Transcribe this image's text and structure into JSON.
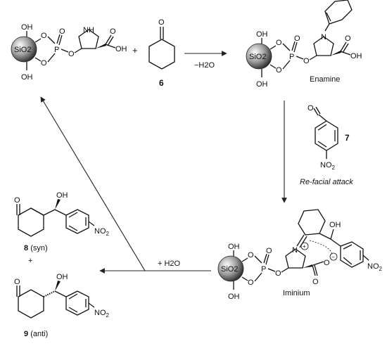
{
  "compounds": {
    "ketone_number": "6",
    "aldehyde_number": "7",
    "aldehyde_substituent": "NO2",
    "product_syn_number": "8",
    "product_syn_label": "(syn)",
    "product_anti_number": "9",
    "product_anti_label": "(anti)",
    "nitro": "NO2"
  },
  "atoms": {
    "OH": "OH",
    "O": "O",
    "P": "P",
    "NH": "NH",
    "N": "N",
    "SiO2": "SiO2",
    "plus_charge": "+",
    "minus_charge": "−"
  },
  "labels": {
    "enamine": "Enamine",
    "iminium": "Iminium",
    "minus_water": "−H2O",
    "plus_water": "+ H2O",
    "refacial": "Re-facial attack",
    "plus": "+"
  }
}
